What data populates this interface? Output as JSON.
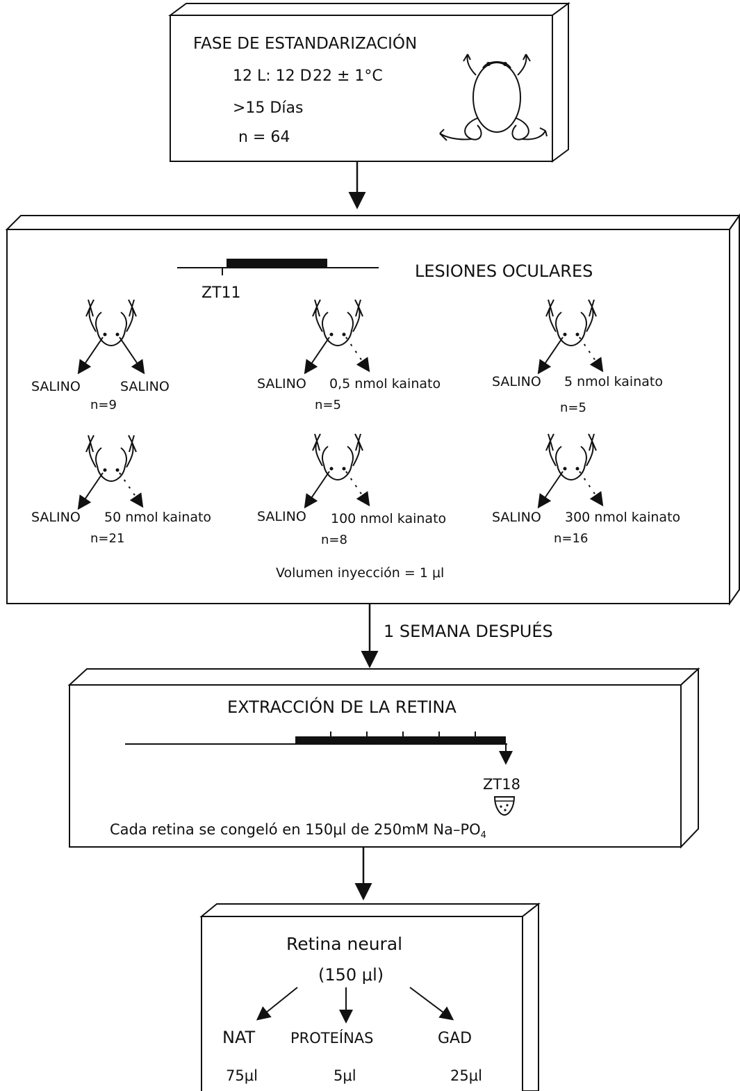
{
  "stage1": {
    "title": "FASE DE ESTANDARIZACIÓN",
    "photoperiod": "12 L: 12 D",
    "temperature": "22 ± 1°C",
    "duration": ">15 Días",
    "count": "n = 64"
  },
  "stage2": {
    "title": "LESIONES OCULARES",
    "time_label": "ZT11",
    "groups": [
      {
        "left": "SALINO",
        "right": "SALINO",
        "n": "n=9"
      },
      {
        "left": "SALINO",
        "right": "0,5 nmol kainato",
        "n": "n=5"
      },
      {
        "left": "SALINO",
        "right": "5 nmol kainato",
        "n": "n=5"
      },
      {
        "left": "SALINO",
        "right": "50 nmol kainato",
        "n": "n=21"
      },
      {
        "left": "SALINO",
        "right": "100 nmol kainato",
        "n": "n=8"
      },
      {
        "left": "SALINO",
        "right": "300 nmol kainato",
        "n": "n=16"
      }
    ],
    "volume": "Volumen inyección = 1 μl"
  },
  "connector_label": "1 SEMANA DESPUÉS",
  "stage3": {
    "title": "EXTRACCIÓN DE LA RETINA",
    "time_label": "ZT18",
    "note": "Cada retina se congeló en 150μl de 250mM Na–PO",
    "note_subscript": "4"
  },
  "stage4": {
    "title": "Retina neural",
    "volume": "(150 μl)",
    "assays": [
      {
        "name": "NAT",
        "volume": "75μl"
      },
      {
        "name": "PROTEÍNAS",
        "volume": "5μl"
      },
      {
        "name": "GAD",
        "volume": "25μl"
      }
    ]
  }
}
